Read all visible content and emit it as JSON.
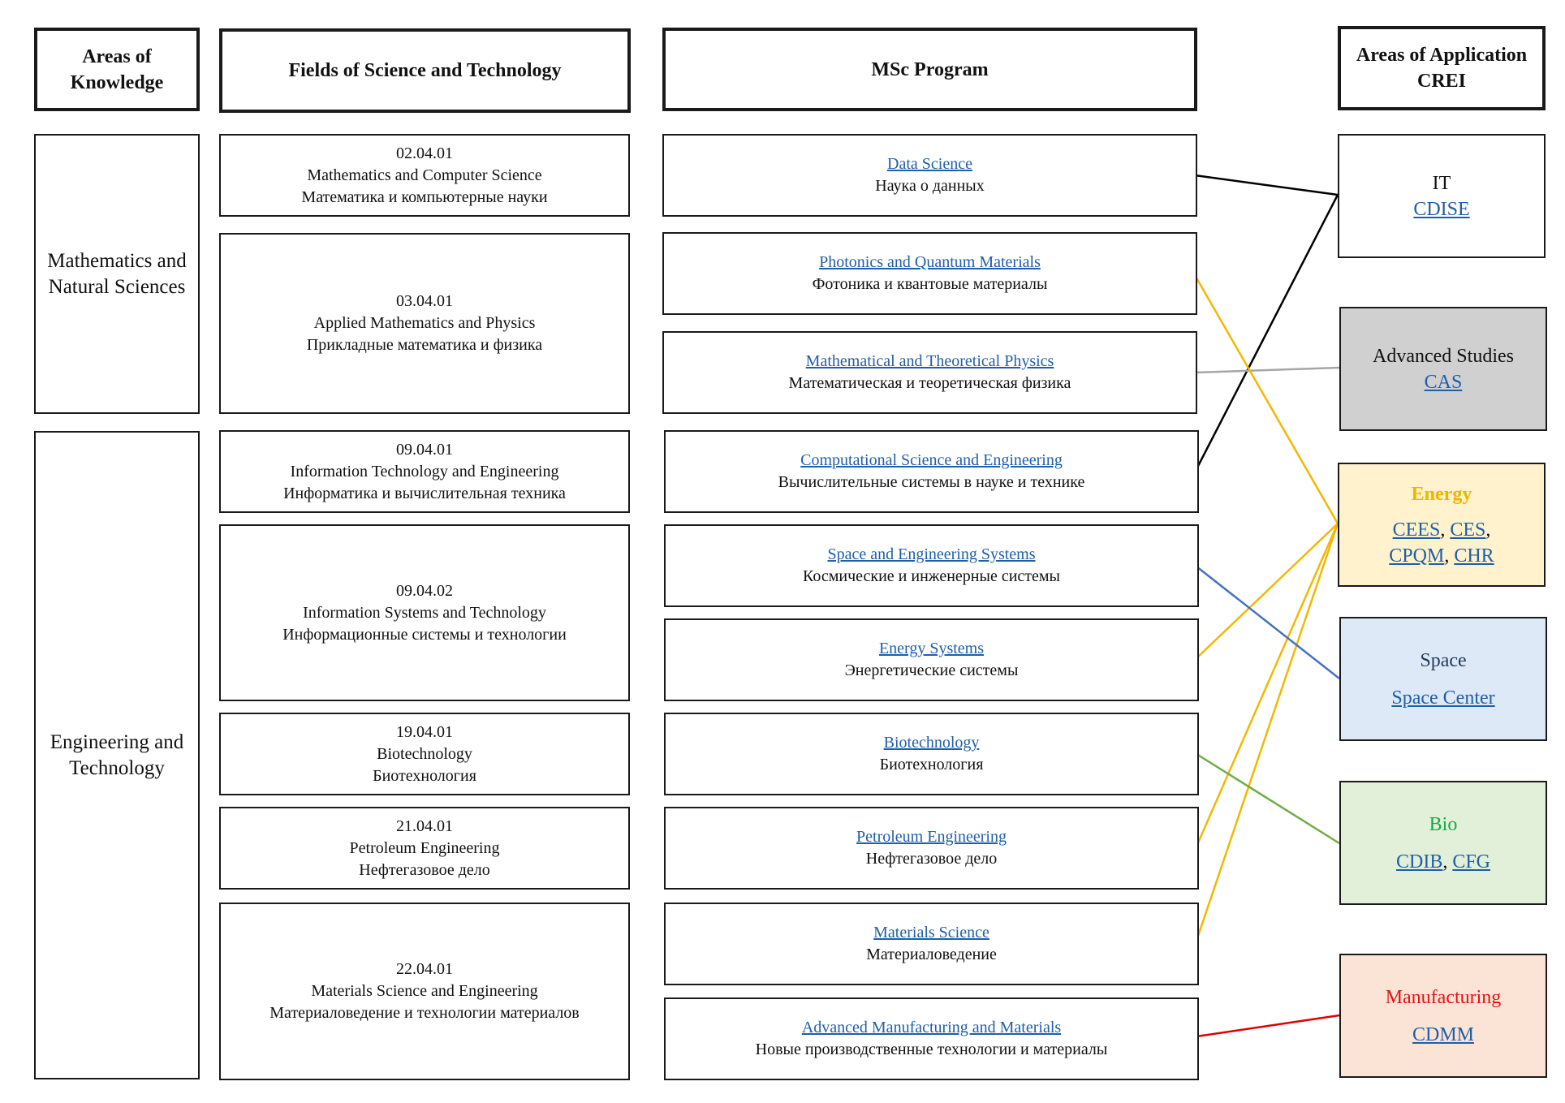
{
  "headers": {
    "areas": "Areas of Knowledge",
    "fields": "Fields of Science and Technology",
    "msc": "MSc Program",
    "crei_line1": "Areas of Application",
    "crei_line2": "CREI"
  },
  "areas": [
    {
      "label": "Mathematics and Natural Sciences"
    },
    {
      "label": "Engineering and Technology"
    }
  ],
  "fields": [
    {
      "code": "02.04.01",
      "en": "Mathematics and Computer Science",
      "ru": "Математика и компьютерные науки"
    },
    {
      "code": "03.04.01",
      "en": "Applied Mathematics and Physics",
      "ru": "Прикладные математика и физика"
    },
    {
      "code": "09.04.01",
      "en": "Information Technology and Engineering",
      "ru": "Информатика и вычислительная техника"
    },
    {
      "code": "09.04.02",
      "en": "Information Systems and Technology",
      "ru": "Информационные системы и технологии"
    },
    {
      "code": "19.04.01",
      "en": "Biotechnology",
      "ru": "Биотехнология"
    },
    {
      "code": "21.04.01",
      "en": "Petroleum Engineering",
      "ru": "Нефтегазовое дело"
    },
    {
      "code": "22.04.01",
      "en": "Materials Science and Engineering",
      "ru": "Материаловедение и технологии материалов"
    }
  ],
  "programs": [
    {
      "en": "Data Science",
      "ru": "Наука о данных"
    },
    {
      "en": "Photonics and Quantum Materials",
      "ru": "Фотоника и квантовые материалы"
    },
    {
      "en": "Mathematical and Theoretical Physics",
      "ru": "Математическая и теоретическая физика"
    },
    {
      "en": "Computational Science and Engineering",
      "ru": "Вычислительные системы в науке и технике"
    },
    {
      "en": "Space and Engineering Systems",
      "ru": "Космические и инженерные системы"
    },
    {
      "en": "Energy Systems",
      "ru": "Энергетические системы"
    },
    {
      "en": "Biotechnology",
      "ru": "Биотехнология"
    },
    {
      "en": "Petroleum Engineering",
      "ru": "Нефтегазовое дело"
    },
    {
      "en": "Materials Science",
      "ru": "Материаловедение"
    },
    {
      "en": "Advanced Manufacturing and Materials",
      "ru": "Новые производственные технологии и материалы"
    }
  ],
  "crei": {
    "it": {
      "title": "IT",
      "links": [
        "CDISE"
      ],
      "bg": "#ffffff",
      "title_color": "#111111"
    },
    "advanced": {
      "title": "Advanced Studies",
      "links": [
        "CAS"
      ],
      "bg": "#d0d0d0",
      "title_color": "#111111"
    },
    "energy": {
      "title": "Energy",
      "links": [
        "CEES",
        "CES",
        "CPQM",
        "CHR"
      ],
      "bg": "#fff2cc",
      "title_color": "#f0b400"
    },
    "space": {
      "title": "Space",
      "links": [
        "Space Center"
      ],
      "bg": "#dde9f6",
      "title_color": "#1f3b5a"
    },
    "bio": {
      "title": "Bio",
      "links": [
        "CDIB",
        "CFG"
      ],
      "bg": "#e2efd9",
      "title_color": "#18a848"
    },
    "manufacturing": {
      "title": "Manufacturing",
      "links": [
        "CDMM"
      ],
      "bg": "#fbe4d5",
      "title_color": "#e01414"
    }
  },
  "connections": [
    {
      "program": "Data Science",
      "area": "IT",
      "color": "#000000"
    },
    {
      "program": "Computational Science and Engineering",
      "area": "IT",
      "color": "#000000"
    },
    {
      "program": "Mathematical and Theoretical Physics",
      "area": "Advanced Studies",
      "color": "#a6a6a6"
    },
    {
      "program": "Photonics and Quantum Materials",
      "area": "Energy",
      "color": "#f4b800"
    },
    {
      "program": "Energy Systems",
      "area": "Energy",
      "color": "#f4b800"
    },
    {
      "program": "Petroleum Engineering",
      "area": "Energy",
      "color": "#f4b800"
    },
    {
      "program": "Materials Science",
      "area": "Energy",
      "color": "#f4b800"
    },
    {
      "program": "Space and Engineering Systems",
      "area": "Space",
      "color": "#4472c4"
    },
    {
      "program": "Biotechnology",
      "area": "Bio",
      "color": "#70ad47"
    },
    {
      "program": "Advanced Manufacturing and Materials",
      "area": "Manufacturing",
      "color": "#e00000"
    }
  ]
}
